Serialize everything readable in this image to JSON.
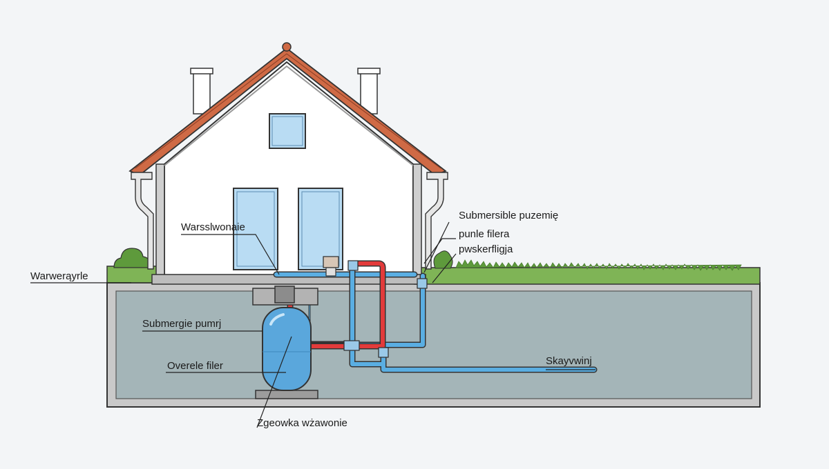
{
  "labels": {
    "warsslwonaie": "Warsslwonaie",
    "submersible_puzemie": "Submersible puzemię",
    "punle_filera": "punle filera",
    "pwskerfligja": "pwskerfligja",
    "warwerayrle": "Warwerąyrle",
    "submergie_pumrj": "Submergie pumrj",
    "overele_filer": "Overele filer",
    "skayvwinj": "Skayvwinj",
    "zgeowka_wzawonie": "Zgeowka wżawonie"
  },
  "colors": {
    "background": "#f3f5f7",
    "roof_tile": "#cf6a45",
    "house_wall": "#ffffff",
    "window_glass": "#b9dcf3",
    "ground_fill": "#a4b5b8",
    "concrete": "#c9c9c9",
    "grass": "#7fb456",
    "hedge": "#5e9a3c",
    "cold_pipe": "#5aaee2",
    "hot_pipe": "#e23b3b",
    "tank": "#5aa7dc"
  }
}
